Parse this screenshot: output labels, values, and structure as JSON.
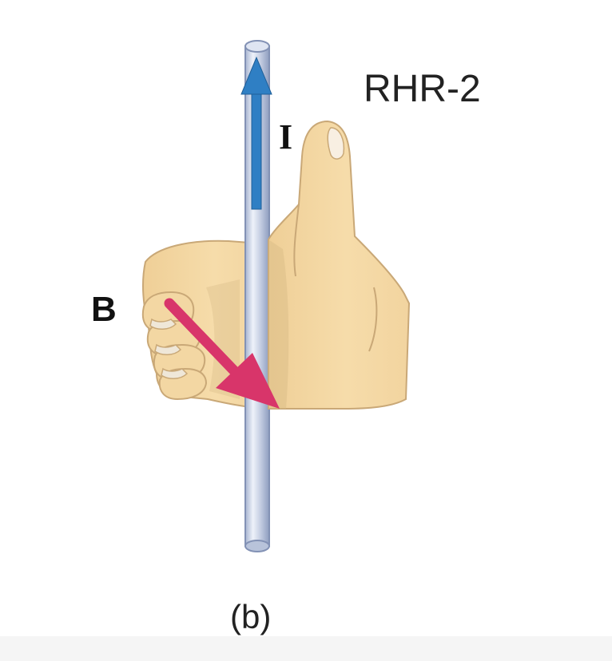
{
  "figure": {
    "rule_title": "RHR-2",
    "current_label": "I",
    "field_label": "B",
    "panel_caption": "(b)"
  },
  "colors": {
    "background": "#ffffff",
    "skin": "#f4d9a4",
    "skin_shadow": "#d8bb86",
    "wire_light": "#e9eef7",
    "wire_mid": "#c2cbe1",
    "wire_dark": "#9aa8c7",
    "current_arrow": "#2f7fc4",
    "field_arrow": "#d8356a",
    "bottom_strip": "#f5f5f5"
  }
}
